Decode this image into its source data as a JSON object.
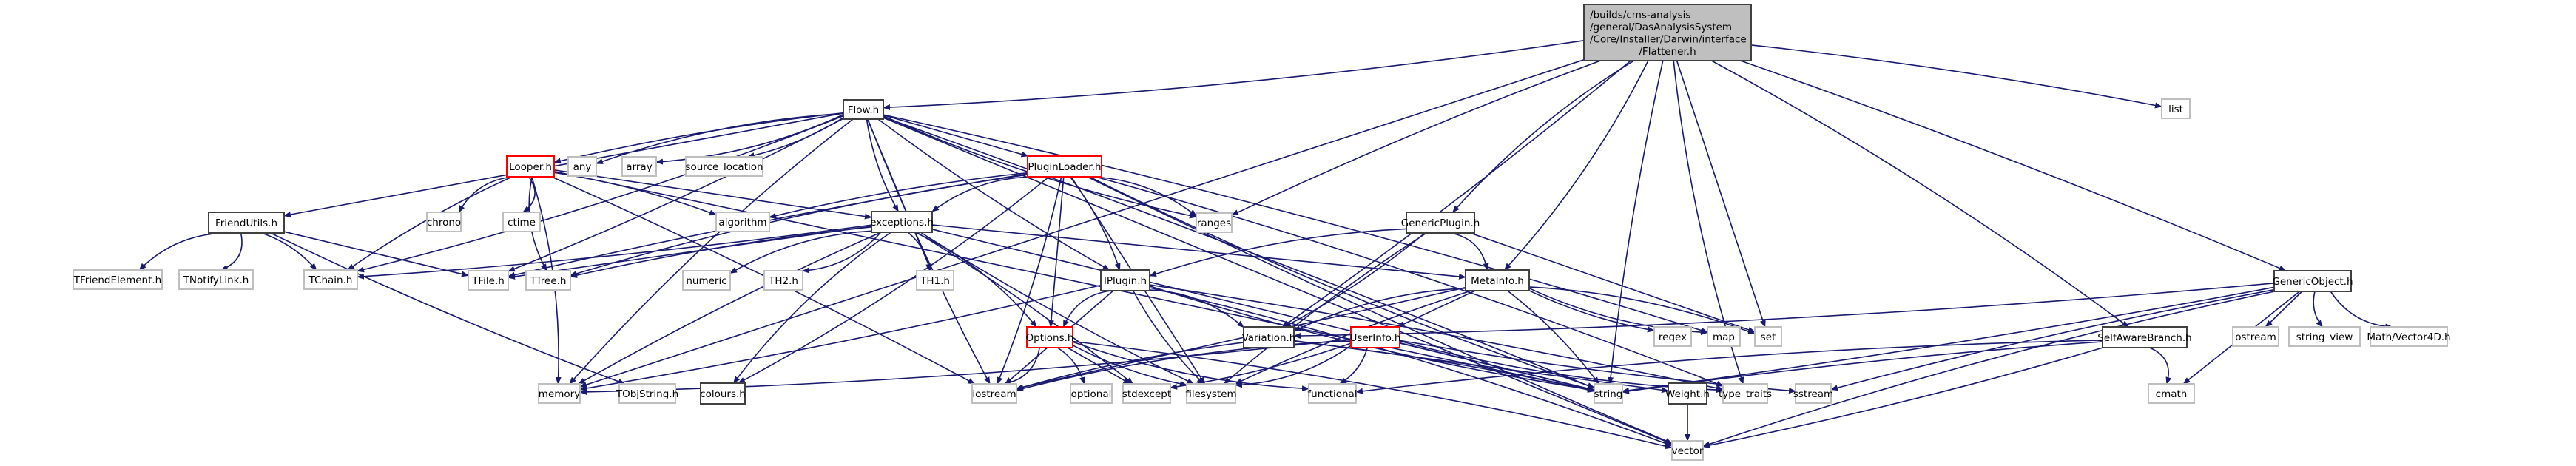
{
  "graph": {
    "title": "/builds/cms-analysis/general/DasAnalysisSystem/Core/Installer/Darwin/interface/Flattener.h",
    "colors": {
      "edge": "#191970",
      "root_fill": "#bfbfbf",
      "root_border": "#404040",
      "documented_border": "#404040",
      "truncated_border": "#ff0000",
      "external_border": "#bfbfbf",
      "node_fill": "#ffffff"
    },
    "nodes": [
      {
        "id": "root",
        "label": [
          "/builds/cms-analysis",
          "/general/DasAnalysisSystem",
          "/Core/Installer/Darwin/interface",
          "/Flattener.h"
        ],
        "kind": "root"
      },
      {
        "id": "flow",
        "label": [
          "Flow.h"
        ],
        "kind": "documented"
      },
      {
        "id": "list",
        "label": [
          "list"
        ],
        "kind": "external"
      },
      {
        "id": "friendutils",
        "label": [
          "FriendUtils.h"
        ],
        "kind": "documented"
      },
      {
        "id": "looper",
        "label": [
          "Looper.h"
        ],
        "kind": "truncated"
      },
      {
        "id": "any",
        "label": [
          "any"
        ],
        "kind": "external"
      },
      {
        "id": "array",
        "label": [
          "array"
        ],
        "kind": "external"
      },
      {
        "id": "source_location",
        "label": [
          "source_location"
        ],
        "kind": "external"
      },
      {
        "id": "pluginloader",
        "label": [
          "PluginLoader.h"
        ],
        "kind": "truncated"
      },
      {
        "id": "chrono",
        "label": [
          "chrono"
        ],
        "kind": "external"
      },
      {
        "id": "ctime",
        "label": [
          "ctime"
        ],
        "kind": "external"
      },
      {
        "id": "algorithm",
        "label": [
          "algorithm"
        ],
        "kind": "external"
      },
      {
        "id": "exceptions",
        "label": [
          "exceptions.h"
        ],
        "kind": "documented"
      },
      {
        "id": "ranges",
        "label": [
          "ranges"
        ],
        "kind": "external"
      },
      {
        "id": "genericplugin",
        "label": [
          "GenericPlugin.h"
        ],
        "kind": "documented"
      },
      {
        "id": "tfriendelement",
        "label": [
          "TFriendElement.h"
        ],
        "kind": "external"
      },
      {
        "id": "tnotifylink",
        "label": [
          "TNotifyLink.h"
        ],
        "kind": "external"
      },
      {
        "id": "tchain",
        "label": [
          "TChain.h"
        ],
        "kind": "external"
      },
      {
        "id": "tfile",
        "label": [
          "TFile.h"
        ],
        "kind": "external"
      },
      {
        "id": "ttree",
        "label": [
          "TTree.h"
        ],
        "kind": "external"
      },
      {
        "id": "numeric",
        "label": [
          "numeric"
        ],
        "kind": "external"
      },
      {
        "id": "th2",
        "label": [
          "TH2.h"
        ],
        "kind": "external"
      },
      {
        "id": "th1",
        "label": [
          "TH1.h"
        ],
        "kind": "external"
      },
      {
        "id": "iplugin",
        "label": [
          "IPlugin.h"
        ],
        "kind": "documented"
      },
      {
        "id": "metainfo",
        "label": [
          "MetaInfo.h"
        ],
        "kind": "documented"
      },
      {
        "id": "regex",
        "label": [
          "regex"
        ],
        "kind": "external"
      },
      {
        "id": "map",
        "label": [
          "map"
        ],
        "kind": "external"
      },
      {
        "id": "set",
        "label": [
          "set"
        ],
        "kind": "external"
      },
      {
        "id": "genericobject",
        "label": [
          "GenericObject.h"
        ],
        "kind": "documented"
      },
      {
        "id": "ostream",
        "label": [
          "ostream"
        ],
        "kind": "external"
      },
      {
        "id": "string_view",
        "label": [
          "string_view"
        ],
        "kind": "external"
      },
      {
        "id": "vector4d",
        "label": [
          "Math/Vector4D.h"
        ],
        "kind": "external"
      },
      {
        "id": "options",
        "label": [
          "Options.h"
        ],
        "kind": "truncated"
      },
      {
        "id": "variation",
        "label": [
          "Variation.h"
        ],
        "kind": "documented"
      },
      {
        "id": "userinfo",
        "label": [
          "UserInfo.h"
        ],
        "kind": "truncated"
      },
      {
        "id": "selfawarebranch",
        "label": [
          "SelfAwareBranch.h"
        ],
        "kind": "documented"
      },
      {
        "id": "memory",
        "label": [
          "memory"
        ],
        "kind": "external"
      },
      {
        "id": "tobjstring",
        "label": [
          "TObjString.h"
        ],
        "kind": "external"
      },
      {
        "id": "colours",
        "label": [
          "colours.h"
        ],
        "kind": "documented"
      },
      {
        "id": "iostream",
        "label": [
          "iostream"
        ],
        "kind": "external"
      },
      {
        "id": "optional",
        "label": [
          "optional"
        ],
        "kind": "external"
      },
      {
        "id": "stdexcept",
        "label": [
          "stdexcept"
        ],
        "kind": "external"
      },
      {
        "id": "filesystem",
        "label": [
          "filesystem"
        ],
        "kind": "external"
      },
      {
        "id": "functional",
        "label": [
          "functional"
        ],
        "kind": "external"
      },
      {
        "id": "string",
        "label": [
          "string"
        ],
        "kind": "external"
      },
      {
        "id": "weight",
        "label": [
          "Weight.h"
        ],
        "kind": "documented"
      },
      {
        "id": "type_traits",
        "label": [
          "type_traits"
        ],
        "kind": "external"
      },
      {
        "id": "sstream",
        "label": [
          "sstream"
        ],
        "kind": "external"
      },
      {
        "id": "cmath",
        "label": [
          "cmath"
        ],
        "kind": "external"
      },
      {
        "id": "vector",
        "label": [
          "vector"
        ],
        "kind": "external"
      }
    ],
    "edges": [
      [
        "root",
        "flow"
      ],
      [
        "root",
        "list"
      ],
      [
        "root",
        "memory"
      ],
      [
        "root",
        "ranges"
      ],
      [
        "root",
        "genericplugin"
      ],
      [
        "root",
        "metainfo"
      ],
      [
        "root",
        "variation"
      ],
      [
        "root",
        "set"
      ],
      [
        "root",
        "string"
      ],
      [
        "root",
        "type_traits"
      ],
      [
        "root",
        "selfawarebranch"
      ],
      [
        "root",
        "genericobject"
      ],
      [
        "flow",
        "friendutils"
      ],
      [
        "flow",
        "looper"
      ],
      [
        "flow",
        "any"
      ],
      [
        "flow",
        "array"
      ],
      [
        "flow",
        "source_location"
      ],
      [
        "flow",
        "pluginloader"
      ],
      [
        "flow",
        "exceptions"
      ],
      [
        "flow",
        "ranges"
      ],
      [
        "flow",
        "tchain"
      ],
      [
        "flow",
        "tfile"
      ],
      [
        "flow",
        "th1"
      ],
      [
        "flow",
        "iplugin"
      ],
      [
        "flow",
        "memory"
      ],
      [
        "flow",
        "map"
      ],
      [
        "flow",
        "string"
      ],
      [
        "flow",
        "vector"
      ],
      [
        "flow",
        "iostream"
      ],
      [
        "friendutils",
        "tfriendelement"
      ],
      [
        "friendutils",
        "tnotifylink"
      ],
      [
        "friendutils",
        "tchain"
      ],
      [
        "friendutils",
        "tfile"
      ],
      [
        "friendutils",
        "tobjstring"
      ],
      [
        "looper",
        "chrono"
      ],
      [
        "looper",
        "ctime"
      ],
      [
        "looper",
        "algorithm"
      ],
      [
        "looper",
        "exceptions"
      ],
      [
        "looper",
        "tchain"
      ],
      [
        "looper",
        "ttree"
      ],
      [
        "looper",
        "memory"
      ],
      [
        "looper",
        "iostream"
      ],
      [
        "looper",
        "string"
      ],
      [
        "pluginloader",
        "algorithm"
      ],
      [
        "pluginloader",
        "exceptions"
      ],
      [
        "pluginloader",
        "ranges"
      ],
      [
        "pluginloader",
        "iplugin"
      ],
      [
        "pluginloader",
        "options"
      ],
      [
        "pluginloader",
        "tfile"
      ],
      [
        "pluginloader",
        "ttree"
      ],
      [
        "pluginloader",
        "colours"
      ],
      [
        "pluginloader",
        "iostream"
      ],
      [
        "pluginloader",
        "filesystem"
      ],
      [
        "pluginloader",
        "vector"
      ],
      [
        "pluginloader",
        "string"
      ],
      [
        "pluginloader",
        "type_traits"
      ],
      [
        "exceptions",
        "tchain"
      ],
      [
        "exceptions",
        "tfile"
      ],
      [
        "exceptions",
        "ttree"
      ],
      [
        "exceptions",
        "numeric"
      ],
      [
        "exceptions",
        "th2"
      ],
      [
        "exceptions",
        "th1"
      ],
      [
        "exceptions",
        "metainfo"
      ],
      [
        "exceptions",
        "memory"
      ],
      [
        "exceptions",
        "colours"
      ],
      [
        "exceptions",
        "options"
      ],
      [
        "exceptions",
        "stdexcept"
      ],
      [
        "exceptions",
        "string"
      ],
      [
        "exceptions",
        "filesystem"
      ],
      [
        "genericplugin",
        "iplugin"
      ],
      [
        "genericplugin",
        "metainfo"
      ],
      [
        "genericplugin",
        "variation"
      ],
      [
        "genericplugin",
        "set"
      ],
      [
        "genericplugin",
        "filesystem"
      ],
      [
        "iplugin",
        "options"
      ],
      [
        "iplugin",
        "variation"
      ],
      [
        "iplugin",
        "memory"
      ],
      [
        "iplugin",
        "iostream"
      ],
      [
        "iplugin",
        "filesystem"
      ],
      [
        "iplugin",
        "string"
      ],
      [
        "iplugin",
        "vector"
      ],
      [
        "iplugin",
        "type_traits"
      ],
      [
        "metainfo",
        "userinfo"
      ],
      [
        "metainfo",
        "regex"
      ],
      [
        "metainfo",
        "map"
      ],
      [
        "metainfo",
        "set"
      ],
      [
        "metainfo",
        "string"
      ],
      [
        "metainfo",
        "iostream"
      ],
      [
        "metainfo",
        "filesystem"
      ],
      [
        "metainfo",
        "variation"
      ],
      [
        "options",
        "iostream"
      ],
      [
        "options",
        "optional"
      ],
      [
        "options",
        "stdexcept"
      ],
      [
        "options",
        "filesystem"
      ],
      [
        "options",
        "functional"
      ],
      [
        "options",
        "vector"
      ],
      [
        "variation",
        "string"
      ],
      [
        "variation",
        "weight"
      ],
      [
        "variation",
        "iostream"
      ],
      [
        "userinfo",
        "iostream"
      ],
      [
        "userinfo",
        "filesystem"
      ],
      [
        "userinfo",
        "functional"
      ],
      [
        "userinfo",
        "string"
      ],
      [
        "userinfo",
        "sstream"
      ],
      [
        "userinfo",
        "type_traits"
      ],
      [
        "userinfo",
        "memory"
      ],
      [
        "userinfo",
        "stdexcept"
      ],
      [
        "weight",
        "vector"
      ],
      [
        "selfawarebranch",
        "string"
      ],
      [
        "selfawarebranch",
        "functional"
      ],
      [
        "selfawarebranch",
        "cmath"
      ],
      [
        "selfawarebranch",
        "vector"
      ],
      [
        "genericobject",
        "ostream"
      ],
      [
        "genericobject",
        "string_view"
      ],
      [
        "genericobject",
        "vector4d"
      ],
      [
        "genericobject",
        "variation"
      ],
      [
        "genericobject",
        "string"
      ],
      [
        "genericobject",
        "cmath"
      ],
      [
        "genericobject",
        "sstream"
      ],
      [
        "genericobject",
        "vector"
      ]
    ]
  }
}
